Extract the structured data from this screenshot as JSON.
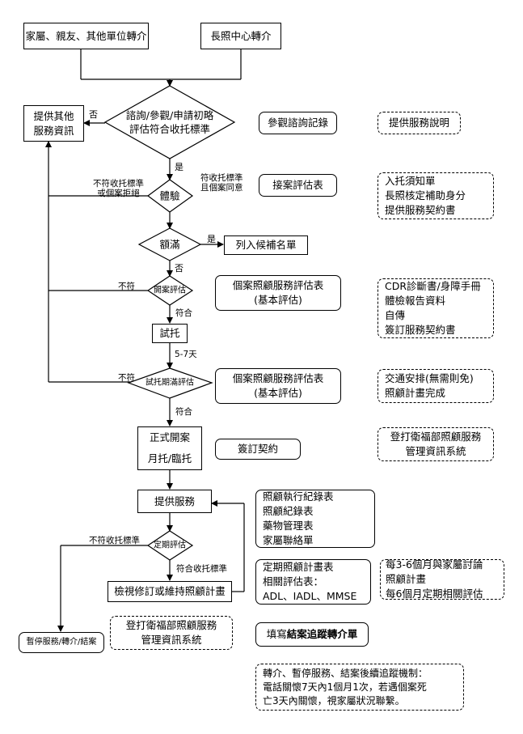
{
  "start": {
    "family": "家屬、親友、其他單位轉介",
    "center": "長照中心轉介"
  },
  "d1": {
    "line1": "諮詢/參觀/申請初略",
    "line2": "評估符合收托標準",
    "no": "否",
    "yes": "是"
  },
  "other_service": {
    "line1": "提供其他",
    "line2": "服務資訊"
  },
  "visit_record": "參觀諮詢記錄",
  "provide_desc": "提供服務說明",
  "d2": {
    "label": "體驗",
    "left_note1": "不符收托標準",
    "left_note2": "或個案拒絕",
    "right_note1": "符收托標準",
    "right_note2": "且個案同意"
  },
  "intake_form": "接案評估表",
  "note_intake": "入托須知單\n長照核定補助身分\n提供服務契約書",
  "d3": {
    "label": "額滿",
    "yes": "是",
    "no": "否"
  },
  "waitlist": "列入候補名單",
  "d4": {
    "label": "開案評估",
    "fail": "不符",
    "pass": "符合"
  },
  "eval_form1": {
    "line1": "個案照顧服務評估表",
    "line2": "(基本評估)"
  },
  "note_docs": "CDR診斷書/身障手冊\n體檢報告資料\n自傳\n簽訂服務契約書",
  "trial": {
    "label": "試托",
    "days": "5-7天"
  },
  "d5": {
    "label": "試托期滿評估",
    "fail": "不符",
    "pass": "符合"
  },
  "eval_form2": {
    "line1": "個案照顧服務評估表",
    "line2": "(基本評估)"
  },
  "note_transport": "交通安排(無需則免)\n照顧計畫完成",
  "formal": {
    "line1": "正式開案",
    "line2": "月托/臨托"
  },
  "contract": "簽訂契約",
  "note_register1": "登打衛福部照顧服務\n管理資訊系統",
  "provide_service": "提供服務",
  "records": "照顧執行紀錄表\n照顧紀錄表\n藥物管理表\n家屬聯絡單",
  "d6": {
    "label": "定期評估",
    "fail": "不符收托標準",
    "pass": "符合收托標準"
  },
  "review_plan": "檢視修訂或維持照顧計畫",
  "plan_table": "定期照顧計畫表\n相關評估表：\nADL、IADL、MMSE",
  "note_periodic": "每3-6個月與家屬討論\n照顧計畫\n每6個月定期相關評估",
  "end_box": "暫停服務/轉介/結案",
  "note_register2": "登打衛福部照顧服務\n管理資訊系統",
  "close_form": {
    "prefix": "填寫",
    "bold": "結案追蹤轉介單"
  },
  "followup": "轉介、暫停服務、結案後續追蹤機制：\n電話關懷7天內1個月1次，若遇個案死\n亡3天內關懷，視家屬狀況聯繫。"
}
